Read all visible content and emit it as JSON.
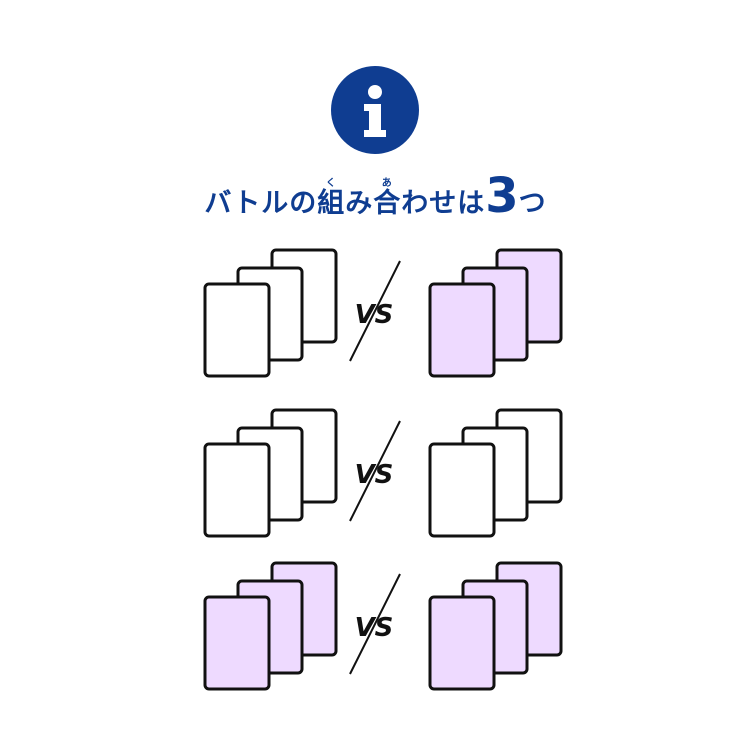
{
  "info_icon": {
    "glyph": "i",
    "color": "#0f3d91"
  },
  "title": {
    "before": "バトルの",
    "kumi": "組",
    "kumi_reading": "く",
    "mi": "み",
    "a": "合",
    "a_reading": "あ",
    "after": "わせは",
    "number": "3",
    "tail": "つ",
    "color": "#0f3d91"
  },
  "vs_label": "VS",
  "card_colors": {
    "white": "#ffffff",
    "purple": "#eedaff",
    "border": "#111111"
  },
  "matchups": [
    {
      "left": "white",
      "right": "purple"
    },
    {
      "left": "white",
      "right": "white"
    },
    {
      "left": "purple",
      "right": "purple"
    }
  ]
}
